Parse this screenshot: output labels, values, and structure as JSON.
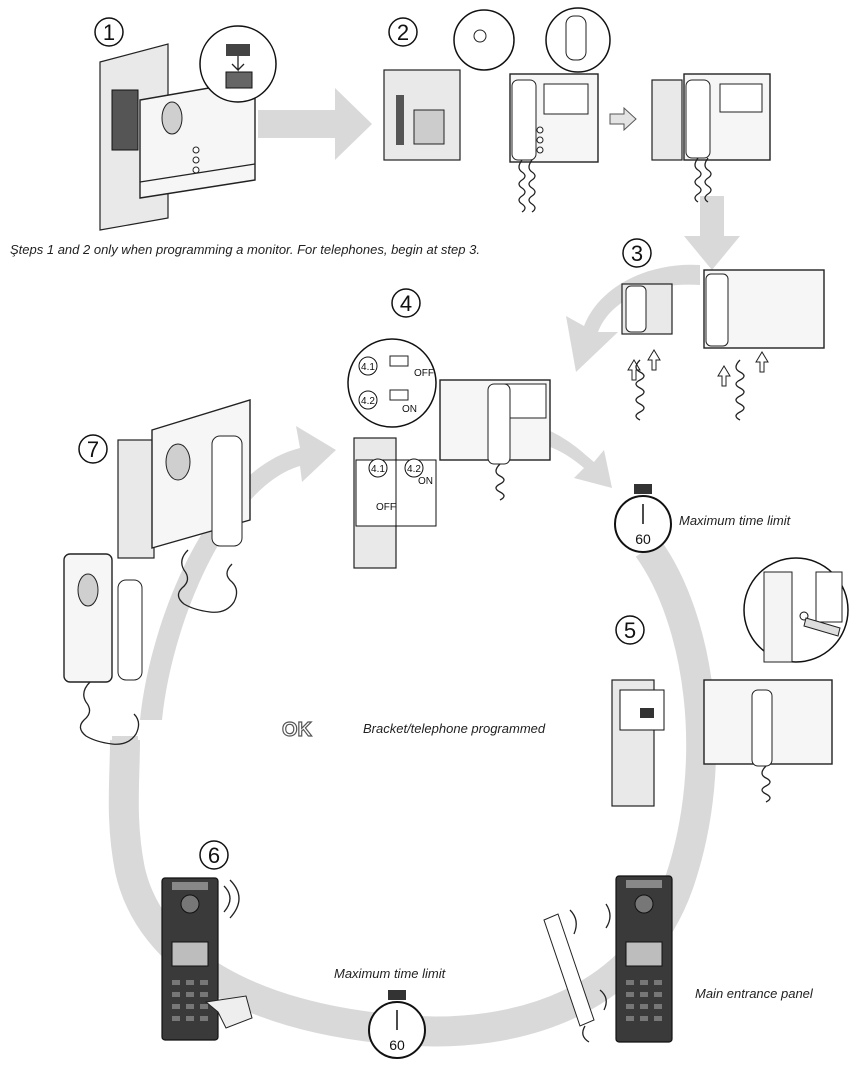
{
  "steps": [
    {
      "number": "1"
    },
    {
      "number": "2"
    },
    {
      "number": "3"
    },
    {
      "number": "4",
      "substeps": [
        "4.1",
        "4.2"
      ],
      "switch_labels": [
        "OFF",
        "ON"
      ]
    },
    {
      "number": "5"
    },
    {
      "number": "6"
    },
    {
      "number": "7"
    }
  ],
  "notes": {
    "steps_note": "Şteps 1 and 2 only when programming a monitor. For telephones, begin at step 3."
  },
  "labels": {
    "time_limit_top": "Maximum time limit",
    "time_limit_bottom": "Maximum time limit",
    "programmed": "Bracket/telephone programmed",
    "ok": "OK",
    "main_panel": "Main entrance panel"
  },
  "timer": {
    "value": "60"
  }
}
